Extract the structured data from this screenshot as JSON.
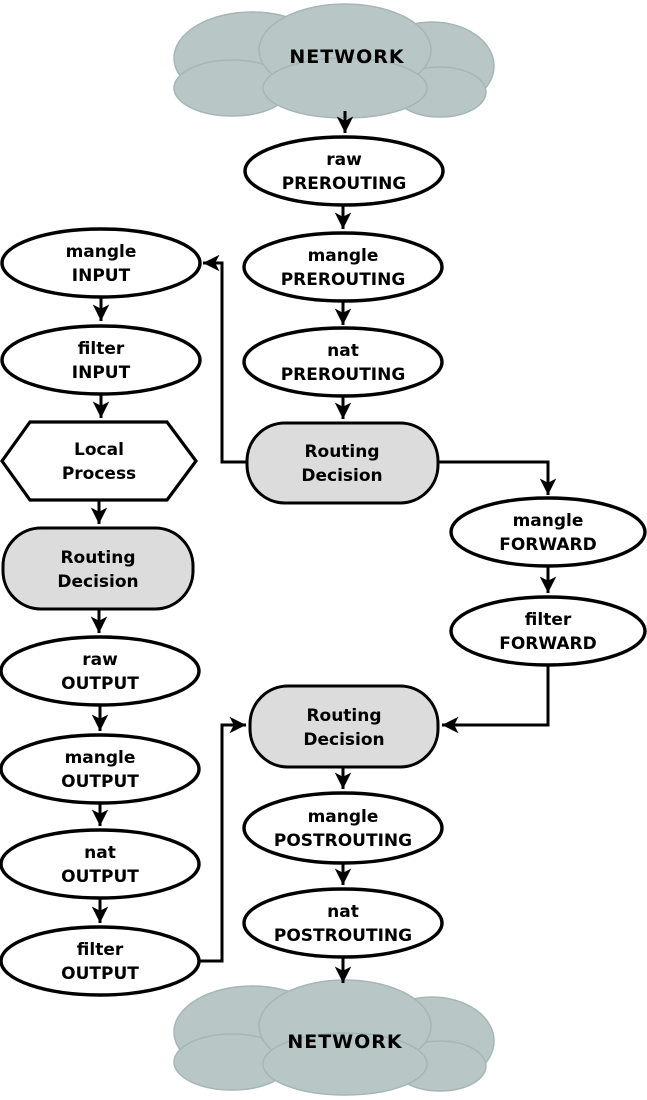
{
  "colors": {
    "cloud_fill": "#b8c6c6",
    "cloud_stroke": "#a6b6b6",
    "decision_fill": "#dcdcdc",
    "chain_fill": "#ffffff",
    "line_color": "#000000"
  },
  "clouds": {
    "top": "NETWORK",
    "bottom": "NETWORK"
  },
  "chains": {
    "raw_prerouting": {
      "table": "raw",
      "chain": "PREROUTING"
    },
    "mangle_prerouting": {
      "table": "mangle",
      "chain": "PREROUTING"
    },
    "nat_prerouting": {
      "table": "nat",
      "chain": "PREROUTING"
    },
    "mangle_input": {
      "table": "mangle",
      "chain": "INPUT"
    },
    "filter_input": {
      "table": "filter",
      "chain": "INPUT"
    },
    "mangle_forward": {
      "table": "mangle",
      "chain": "FORWARD"
    },
    "filter_forward": {
      "table": "filter",
      "chain": "FORWARD"
    },
    "raw_output": {
      "table": "raw",
      "chain": "OUTPUT"
    },
    "mangle_output": {
      "table": "mangle",
      "chain": "OUTPUT"
    },
    "nat_output": {
      "table": "nat",
      "chain": "OUTPUT"
    },
    "filter_output": {
      "table": "filter",
      "chain": "OUTPUT"
    },
    "mangle_postrouting": {
      "table": "mangle",
      "chain": "POSTROUTING"
    },
    "nat_postrouting": {
      "table": "nat",
      "chain": "POSTROUTING"
    }
  },
  "decisions": {
    "center": {
      "line1": "Routing",
      "line2": "Decision"
    },
    "left": {
      "line1": "Routing",
      "line2": "Decision"
    },
    "bottom": {
      "line1": "Routing",
      "line2": "Decision"
    }
  },
  "local_process": {
    "line1": "Local",
    "line2": "Process"
  }
}
